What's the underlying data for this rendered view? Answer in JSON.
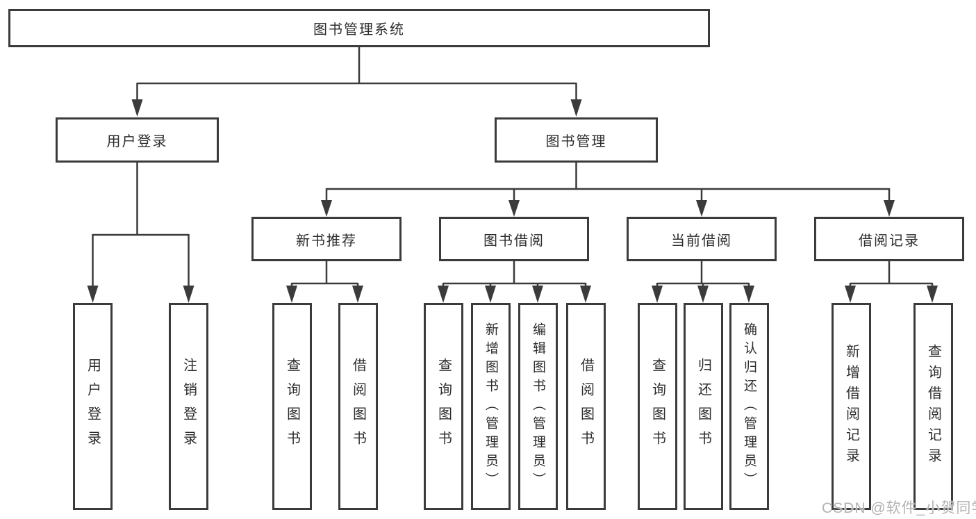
{
  "diagram": {
    "type": "hierarchy",
    "title": "图书管理系统",
    "watermark": "CSDN @软件_小贺同学",
    "colors": {
      "line": "#3b3b3b",
      "box_border": "#3b3b3b",
      "box_fill": "#ffffff",
      "text": "#2d2d2d",
      "watermark": "#b3b3b3",
      "background": "#ffffff"
    },
    "nodes": {
      "root": {
        "label": "图书管理系统"
      },
      "user_login": {
        "label": "用户登录"
      },
      "book_mgmt": {
        "label": "图书管理"
      },
      "new_books": {
        "label": "新书推荐"
      },
      "book_borrow": {
        "label": "图书借阅"
      },
      "current_borrow": {
        "label": "当前借阅"
      },
      "borrow_records": {
        "label": "借阅记录"
      },
      "leaf_user_login": {
        "label": "用户登录"
      },
      "leaf_logout": {
        "label": "注销登录"
      },
      "leaf_nb_query": {
        "label": "查询图书"
      },
      "leaf_nb_borrow": {
        "label": "借阅图书"
      },
      "leaf_bb_query": {
        "label": "查询图书"
      },
      "leaf_bb_add": {
        "label": "新增图书（管理员）"
      },
      "leaf_bb_edit": {
        "label": "编辑图书（管理员）"
      },
      "leaf_bb_borrow": {
        "label": "借阅图书"
      },
      "leaf_cb_query": {
        "label": "查询图书"
      },
      "leaf_cb_return": {
        "label": "归还图书"
      },
      "leaf_cb_confirm": {
        "label": "确认归还（管理员）"
      },
      "leaf_br_add": {
        "label": "新增借阅记录"
      },
      "leaf_br_query": {
        "label": "查询借阅记录"
      }
    },
    "edges": [
      [
        "图书管理系统",
        "用户登录"
      ],
      [
        "图书管理系统",
        "图书管理"
      ],
      [
        "用户登录",
        "用户登录"
      ],
      [
        "用户登录",
        "注销登录"
      ],
      [
        "图书管理",
        "新书推荐"
      ],
      [
        "图书管理",
        "图书借阅"
      ],
      [
        "图书管理",
        "当前借阅"
      ],
      [
        "图书管理",
        "借阅记录"
      ],
      [
        "新书推荐",
        "查询图书"
      ],
      [
        "新书推荐",
        "借阅图书"
      ],
      [
        "图书借阅",
        "查询图书"
      ],
      [
        "图书借阅",
        "新增图书（管理员）"
      ],
      [
        "图书借阅",
        "编辑图书（管理员）"
      ],
      [
        "图书借阅",
        "借阅图书"
      ],
      [
        "当前借阅",
        "查询图书"
      ],
      [
        "当前借阅",
        "归还图书"
      ],
      [
        "当前借阅",
        "确认归还（管理员）"
      ],
      [
        "借阅记录",
        "新增借阅记录"
      ],
      [
        "借阅记录",
        "查询借阅记录"
      ]
    ]
  }
}
